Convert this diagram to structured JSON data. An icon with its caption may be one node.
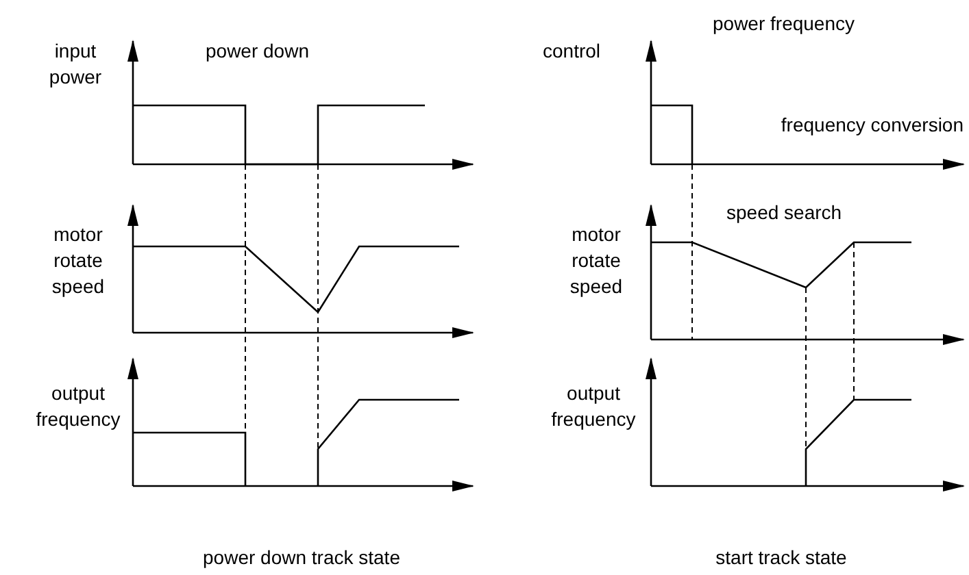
{
  "diagram": {
    "labels": [
      "input power",
      "power down",
      "control",
      "power frequency",
      "frequency conversion",
      "motor rotate speed",
      "speed search",
      "motor rotate speed",
      "output frequency",
      "output frequency",
      "power down track state",
      "start track state"
    ]
  }
}
